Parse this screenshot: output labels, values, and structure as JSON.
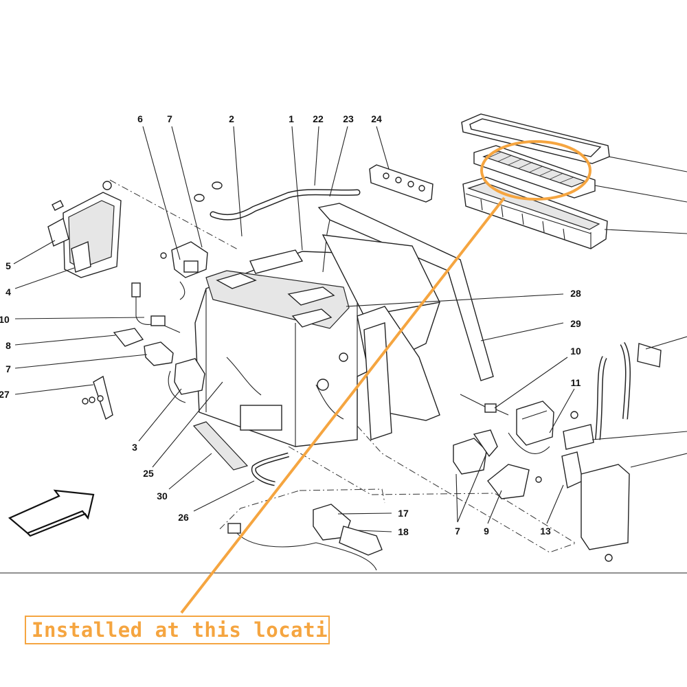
{
  "callout": {
    "text": "Installed at this location",
    "color": "#f5a540"
  },
  "part_labels": [
    {
      "id": "p6",
      "text": "6"
    },
    {
      "id": "p7a",
      "text": "7"
    },
    {
      "id": "p2",
      "text": "2"
    },
    {
      "id": "p1",
      "text": "1"
    },
    {
      "id": "p22",
      "text": "22"
    },
    {
      "id": "p23",
      "text": "23"
    },
    {
      "id": "p24",
      "text": "24"
    },
    {
      "id": "p5",
      "text": "5"
    },
    {
      "id": "p4",
      "text": "4"
    },
    {
      "id": "p10a",
      "text": "10"
    },
    {
      "id": "p8",
      "text": "8"
    },
    {
      "id": "p7b",
      "text": "7"
    },
    {
      "id": "p27",
      "text": "27"
    },
    {
      "id": "p3",
      "text": "3"
    },
    {
      "id": "p25",
      "text": "25"
    },
    {
      "id": "p30",
      "text": "30"
    },
    {
      "id": "p26",
      "text": "26"
    },
    {
      "id": "p28",
      "text": "28"
    },
    {
      "id": "p29",
      "text": "29"
    },
    {
      "id": "p10b",
      "text": "10"
    },
    {
      "id": "p11",
      "text": "11"
    },
    {
      "id": "p17",
      "text": "17"
    },
    {
      "id": "p18",
      "text": "18"
    },
    {
      "id": "p7c",
      "text": "7"
    },
    {
      "id": "p9",
      "text": "9"
    },
    {
      "id": "p13",
      "text": "13"
    }
  ],
  "icons": {
    "direction_arrow": "front-direction-arrow-icon"
  }
}
